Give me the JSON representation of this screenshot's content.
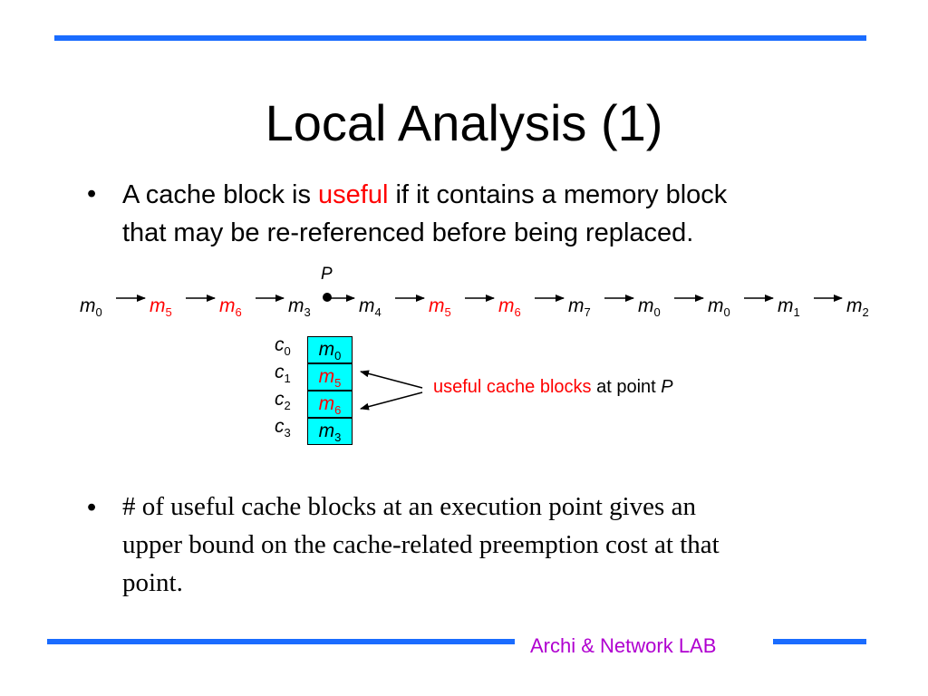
{
  "slide": {
    "title": "Local Analysis (1)",
    "bullet_marker": "•",
    "bullet1": {
      "before": "A cache block is ",
      "highlight": "useful",
      "after": " if it contains a memory block",
      "line2": "that may be re-referenced before being replaced."
    },
    "bullet2": {
      "line1": "# of useful cache blocks at an execution point gives an",
      "line2": "upper bound on the cache-related preemption cost at that",
      "line3": "point."
    },
    "footer": "Archi & Network LAB"
  },
  "diagram": {
    "point_label": "P",
    "sequence": [
      {
        "var": "m",
        "sub": "0",
        "color": "#000000"
      },
      {
        "var": "m",
        "sub": "5",
        "color": "#ff0000"
      },
      {
        "var": "m",
        "sub": "6",
        "color": "#ff0000"
      },
      {
        "var": "m",
        "sub": "3",
        "color": "#000000"
      },
      {
        "var": "m",
        "sub": "4",
        "color": "#000000"
      },
      {
        "var": "m",
        "sub": "5",
        "color": "#ff0000"
      },
      {
        "var": "m",
        "sub": "6",
        "color": "#ff0000"
      },
      {
        "var": "m",
        "sub": "7",
        "color": "#000000"
      },
      {
        "var": "m",
        "sub": "0",
        "color": "#000000"
      },
      {
        "var": "m",
        "sub": "0",
        "color": "#000000"
      },
      {
        "var": "m",
        "sub": "1",
        "color": "#000000"
      },
      {
        "var": "m",
        "sub": "2",
        "color": "#000000"
      }
    ],
    "cache": [
      {
        "label": "c",
        "label_sub": "0",
        "var": "m",
        "sub": "0",
        "color": "#000000"
      },
      {
        "label": "c",
        "label_sub": "1",
        "var": "m",
        "sub": "5",
        "color": "#ff0000"
      },
      {
        "label": "c",
        "label_sub": "2",
        "var": "m",
        "sub": "6",
        "color": "#ff0000"
      },
      {
        "label": "c",
        "label_sub": "3",
        "var": "m",
        "sub": "3",
        "color": "#000000"
      }
    ],
    "legend": {
      "highlight": "useful cache blocks",
      "middle": " at point ",
      "point": "P"
    },
    "colors": {
      "accent_bar": "#1a6cff",
      "useful": "#ff0000",
      "cache_fill": "#00ffff",
      "footer": "#b000d0"
    }
  }
}
